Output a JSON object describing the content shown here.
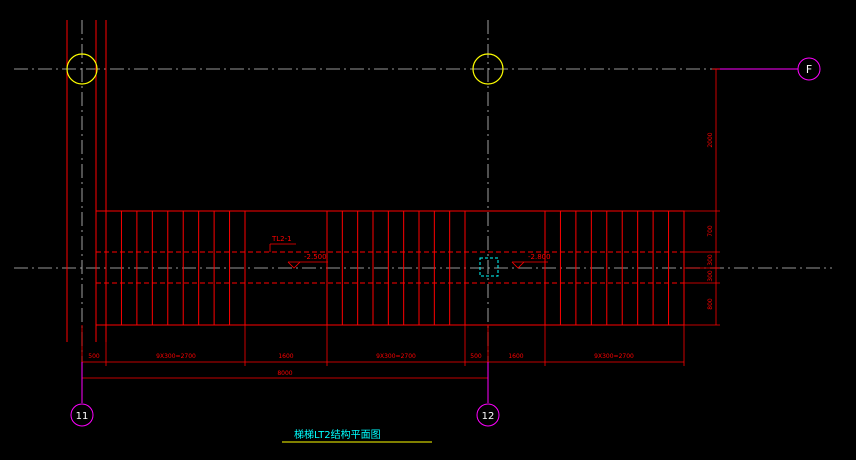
{
  "drawing": {
    "title": "梯梯LT2结构平面图",
    "background": "#000000",
    "colors": {
      "structure": "#ff0000",
      "axis": "#c8c8c8",
      "grid_bubble": "#ff00ff",
      "column_circle": "#ffff00",
      "highlight": "#00ffff",
      "title_text": "#00ffff",
      "title_line": "#ffff00",
      "dim_text": "#ff0000"
    }
  },
  "grid_labels": {
    "row_f": "F",
    "col_11": "11",
    "col_12": "12"
  },
  "annotations": {
    "beam_tag": "TL2-1",
    "level_left": "-2.500",
    "level_right": "-2.800"
  },
  "dimensions": {
    "bottom_segments": [
      "500",
      "9X300=2700",
      "1600",
      "9X300=2700",
      "500",
      "1600",
      "9X300=2700"
    ],
    "bottom_total": "8000",
    "right_segments": [
      "2000",
      "700",
      "300",
      "300",
      "800"
    ]
  }
}
